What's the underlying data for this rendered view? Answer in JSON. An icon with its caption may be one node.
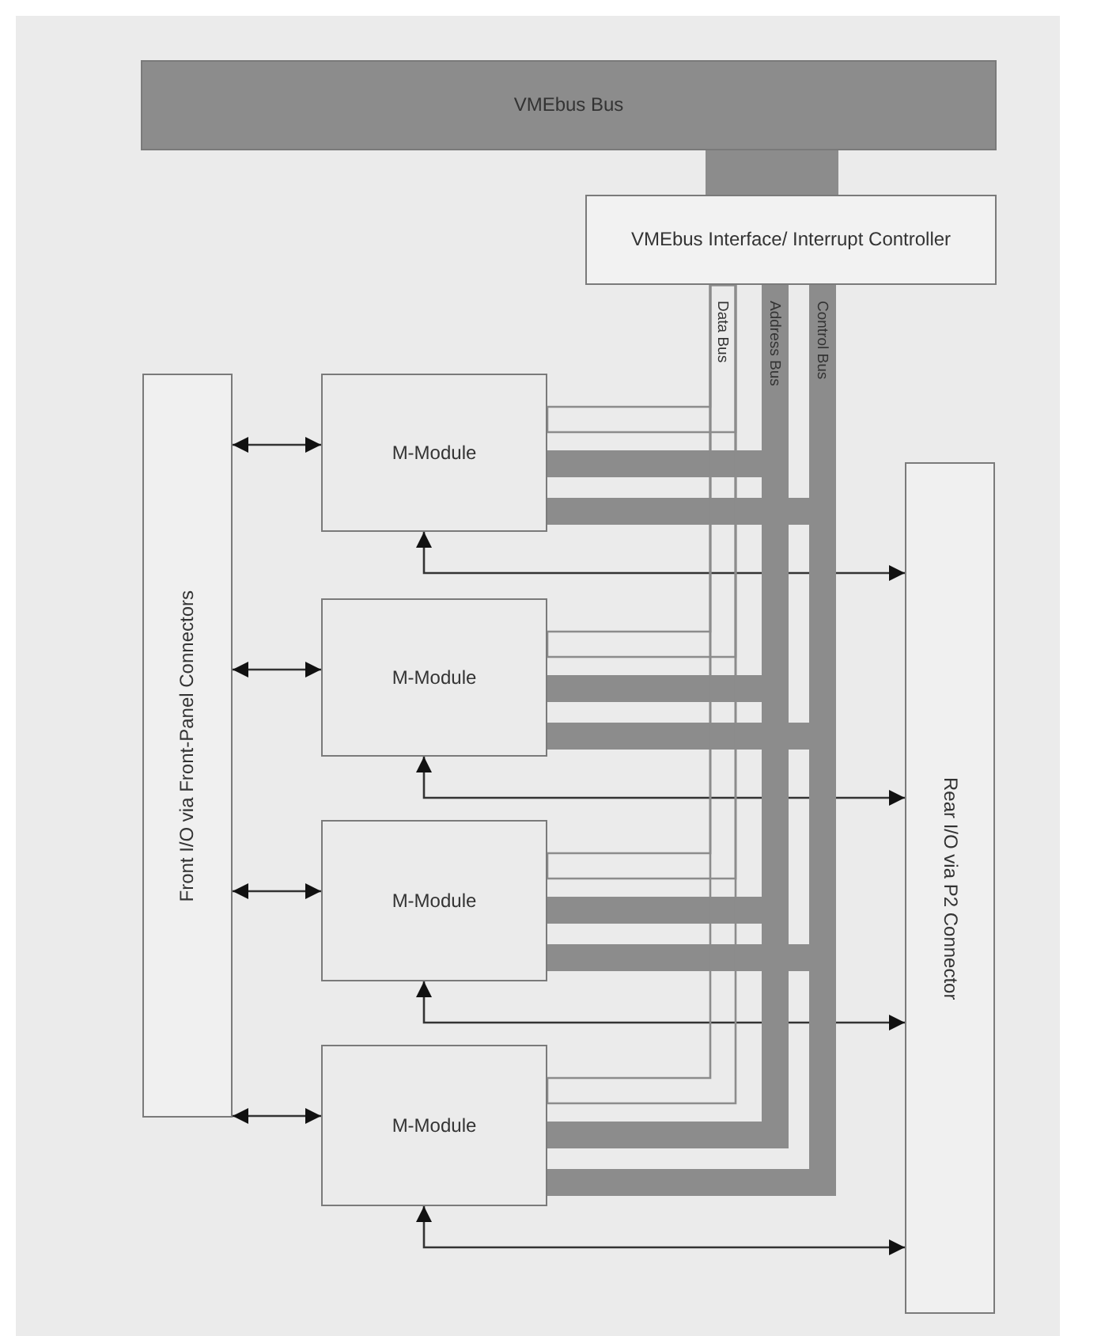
{
  "diagram": {
    "nodes": [
      {
        "text": [
          "VMEbus Bus"
        ]
      },
      {
        "text": [
          "VMEbus Interface/ Interrupt Controller"
        ]
      },
      {
        "text": [
          "Front I/O via Front-Panel Connectors"
        ]
      },
      {
        "text": [
          "M-Module"
        ]
      },
      {
        "text": [
          "M-Module"
        ]
      },
      {
        "text": [
          "M-Module"
        ]
      },
      {
        "text": [
          "M-Module"
        ]
      },
      {
        "text": [
          "Rear I/O via P2 Connector"
        ]
      }
    ],
    "edges": [
      {
        "from": 0,
        "to": 1,
        "arrow": "none",
        "style": "thick",
        "color": "#8c8c8c"
      },
      {
        "from": 2,
        "to": 3,
        "arrow": "both"
      },
      {
        "from": 1,
        "to": 3,
        "arrow": "none",
        "color": "#8c8c8c"
      },
      {
        "from": 1,
        "to": 3,
        "arrow": "none",
        "style": "thick",
        "color": "#8c8c8c"
      },
      {
        "from": 1,
        "to": 3,
        "arrow": "none",
        "style": "thick",
        "color": "#8c8c8c"
      },
      {
        "from": 3,
        "to": 7,
        "arrow": "both"
      },
      {
        "from": 2,
        "to": 4,
        "arrow": "both"
      },
      {
        "from": 1,
        "to": 4,
        "arrow": "none",
        "color": "#8c8c8c"
      },
      {
        "from": 1,
        "to": 4,
        "arrow": "none",
        "style": "thick",
        "color": "#8c8c8c"
      },
      {
        "from": 1,
        "to": 4,
        "arrow": "none",
        "style": "thick",
        "color": "#8c8c8c"
      },
      {
        "from": 4,
        "to": 7,
        "arrow": "both"
      },
      {
        "from": 2,
        "to": 5,
        "arrow": "both"
      },
      {
        "from": 1,
        "to": 5,
        "arrow": "none",
        "color": "#8c8c8c"
      },
      {
        "from": 1,
        "to": 5,
        "arrow": "none",
        "style": "thick",
        "color": "#8c8c8c"
      },
      {
        "from": 1,
        "to": 5,
        "arrow": "none",
        "style": "thick",
        "color": "#8c8c8c"
      },
      {
        "from": 5,
        "to": 7,
        "arrow": "both"
      },
      {
        "from": 2,
        "to": 6,
        "arrow": "both"
      },
      {
        "from": 1,
        "to": 6,
        "arrow": "none",
        "color": "#8c8c8c"
      },
      {
        "from": 1,
        "to": 6,
        "arrow": "none",
        "style": "thick",
        "color": "#8c8c8c"
      },
      {
        "from": 1,
        "to": 6,
        "arrow": "none",
        "style": "thick",
        "color": "#8c8c8c"
      },
      {
        "from": 6,
        "to": 7,
        "arrow": "both"
      }
    ],
    "labels": [
      "Data Bus",
      "Address Bus",
      "Control Bus"
    ]
  }
}
